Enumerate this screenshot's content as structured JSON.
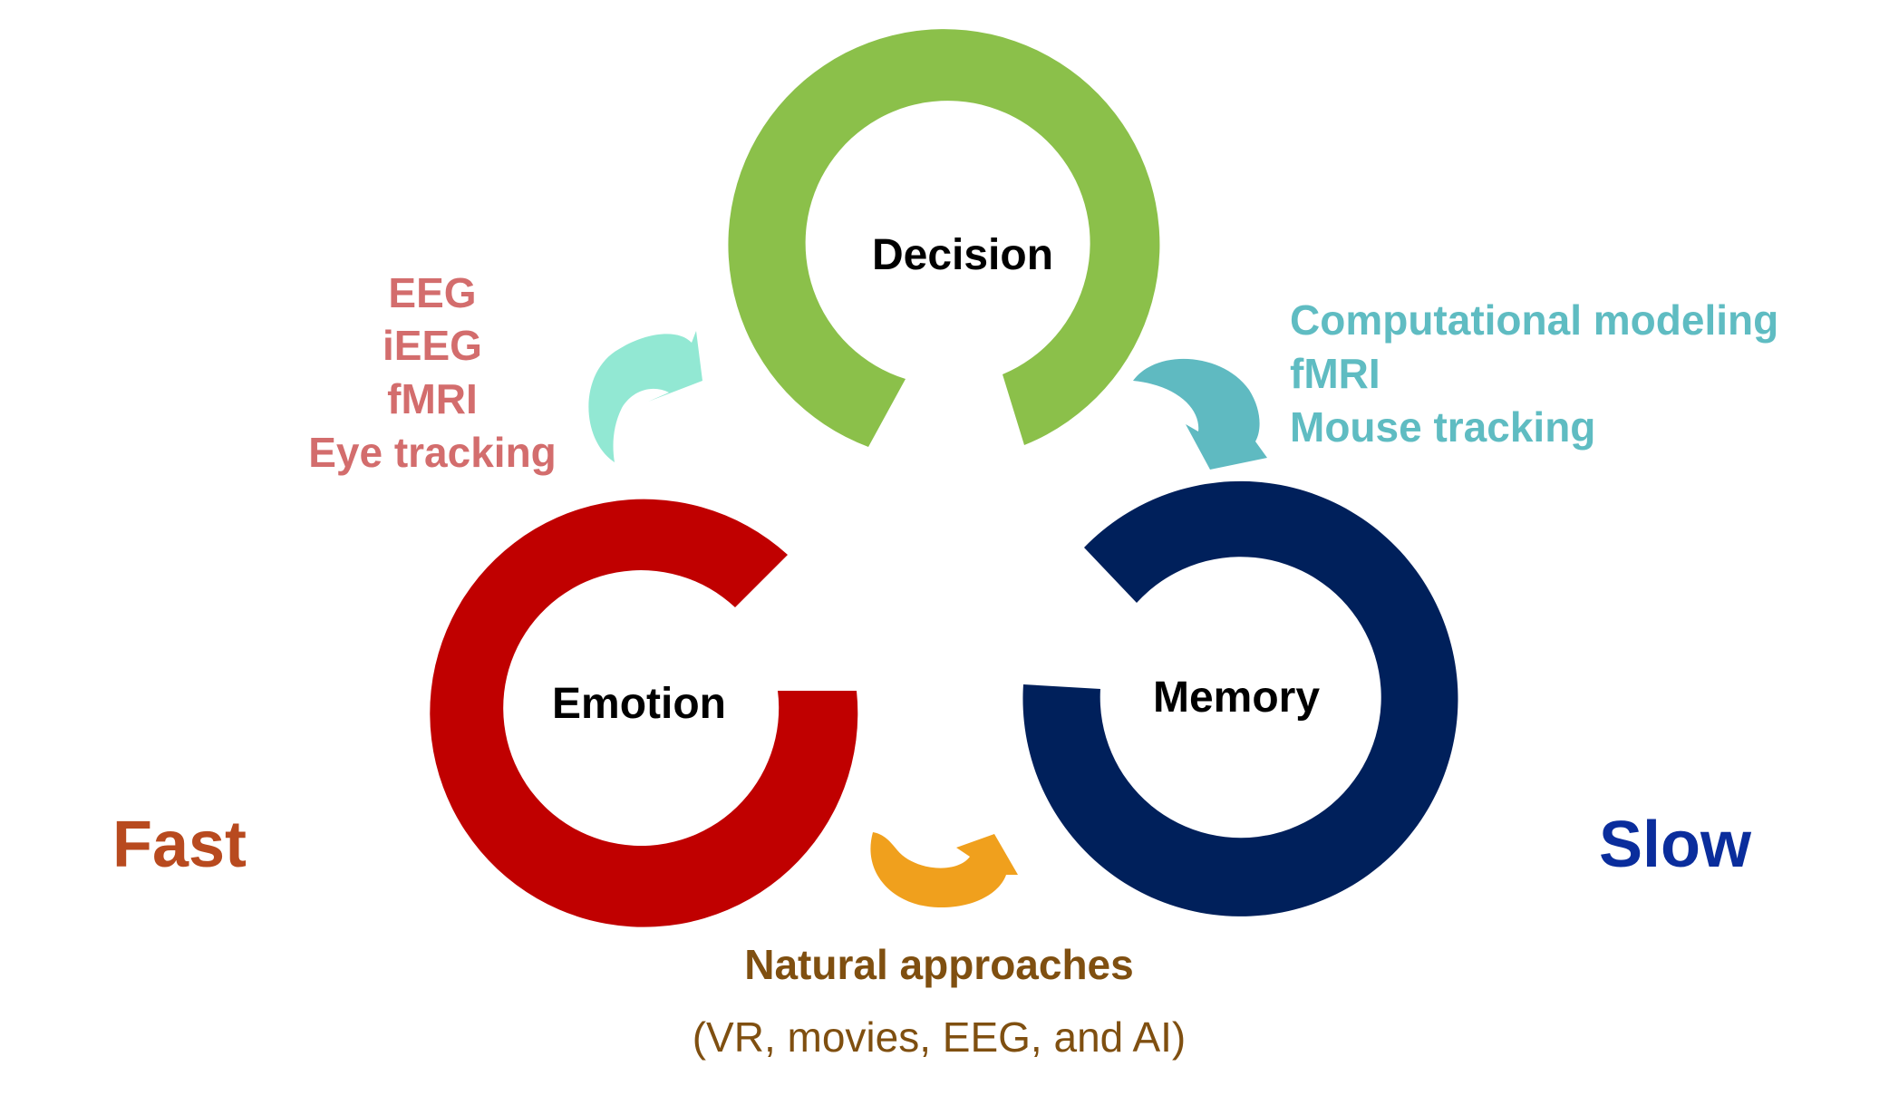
{
  "nodes": {
    "decision": {
      "label": "Decision",
      "color": "#8bc04a"
    },
    "emotion": {
      "label": "Emotion",
      "color": "#c00000"
    },
    "memory": {
      "label": "Memory",
      "color": "#00205b"
    }
  },
  "methods": {
    "emotion_to_decision": {
      "color": "#d36d6d",
      "arrow_color": "#92e8d3",
      "items": [
        "EEG",
        "iEEG",
        "fMRI",
        "Eye tracking"
      ]
    },
    "decision_to_memory": {
      "color": "#5fbcc2",
      "arrow_color": "#5fbac1",
      "items": [
        "Computational modeling",
        "fMRI",
        "Mouse tracking"
      ]
    },
    "memory_to_emotion": {
      "color": "#7f4f10",
      "arrow_color": "#f0a01d",
      "title": "Natural approaches",
      "subtitle": "(VR, movies, EEG, and AI)"
    }
  },
  "speed": {
    "fast": {
      "label": "Fast",
      "color": "#b84a1f"
    },
    "slow": {
      "label": "Slow",
      "color": "#0a2d9c"
    }
  }
}
